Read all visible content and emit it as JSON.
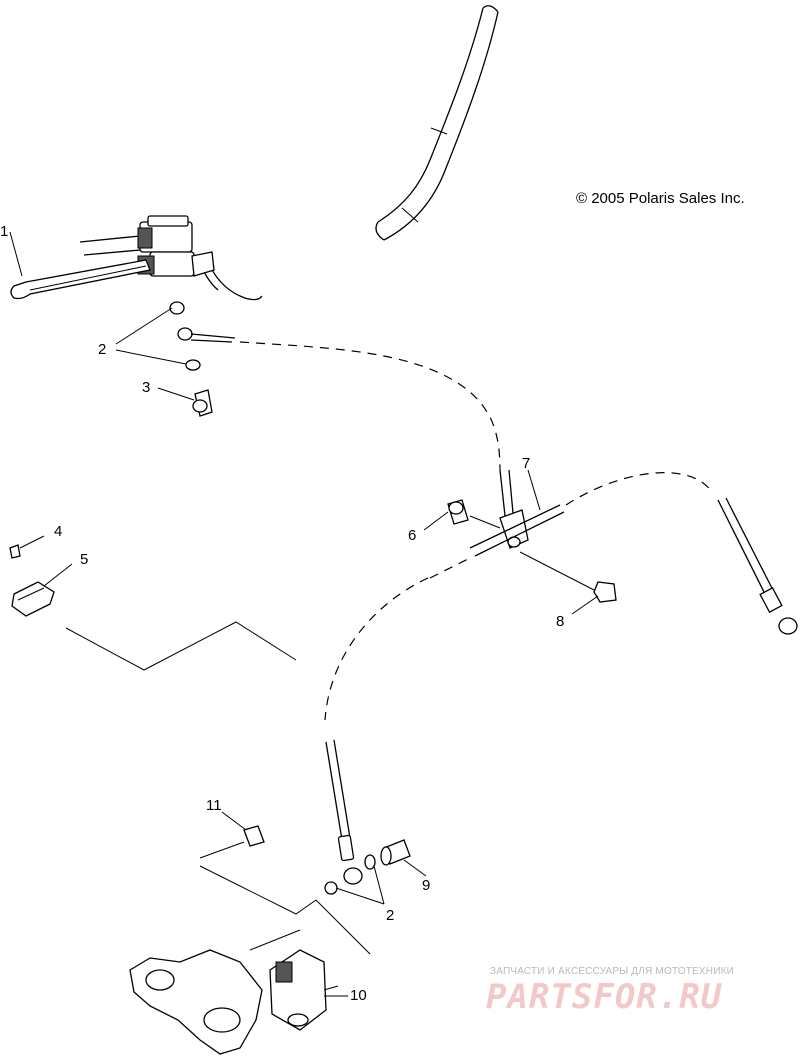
{
  "copyright": "© 2005 Polaris Sales Inc.",
  "callouts": [
    {
      "id": "c1",
      "text": "1"
    },
    {
      "id": "c2a",
      "text": "2"
    },
    {
      "id": "c3",
      "text": "3"
    },
    {
      "id": "c4",
      "text": "4"
    },
    {
      "id": "c5",
      "text": "5"
    },
    {
      "id": "c6",
      "text": "6"
    },
    {
      "id": "c7",
      "text": "7"
    },
    {
      "id": "c8",
      "text": "8"
    },
    {
      "id": "c9",
      "text": "9"
    },
    {
      "id": "c2b",
      "text": "2"
    },
    {
      "id": "c10",
      "text": "10"
    },
    {
      "id": "c11",
      "text": "11"
    }
  ],
  "watermark": {
    "tagline": "ЗАПЧАСТИ И АКСЕССУАРЫ ДЛЯ МОТОТЕХНИКИ",
    "logo": "PARTSFOR.RU"
  }
}
